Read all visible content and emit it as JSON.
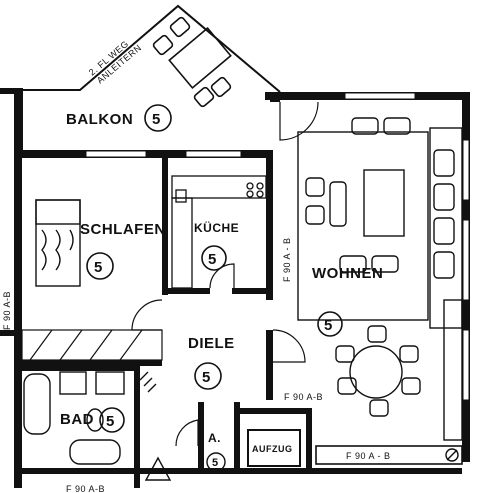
{
  "rooms": {
    "balkon": {
      "label": "BALKON",
      "number": "5"
    },
    "schlafen": {
      "label": "SCHLAFEN",
      "number": "5"
    },
    "kueche": {
      "label": "KÜCHE",
      "number": "5"
    },
    "wohnen": {
      "label": "WOHNEN",
      "number": "5"
    },
    "diele": {
      "label": "DIELE",
      "number": "5"
    },
    "bad": {
      "label": "BAD",
      "number": "5"
    },
    "a": {
      "label": "A.",
      "number": "5"
    },
    "aufzug": {
      "label": "AUFZUG"
    }
  },
  "annotations": {
    "weg_line1": "2. FL WEG",
    "weg_line2": "ANLEITERN",
    "f90_kueche": "F 90 A - B",
    "f90_left": "F 90 A-B",
    "f90_wohnen": "F 90 A-B",
    "f90_bottom": "F 90 A - B",
    "f90_bottom_cut": "F 90 A-B"
  }
}
